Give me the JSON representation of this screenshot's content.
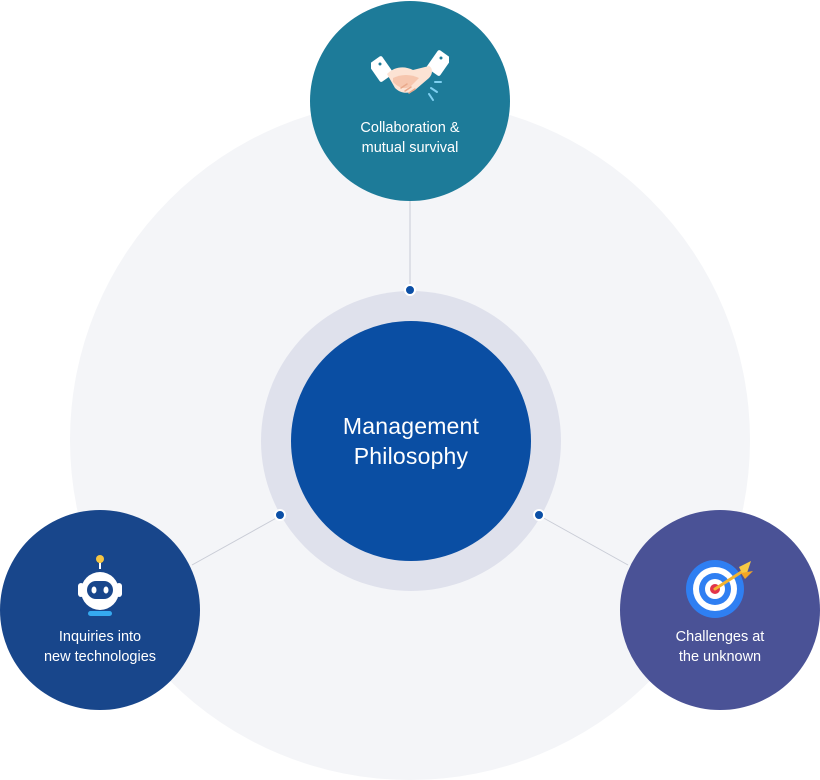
{
  "center": {
    "line1": "Management",
    "line2": "Philosophy"
  },
  "nodes": {
    "top": {
      "line1": "Collaboration &",
      "line2": "mutual survival",
      "icon": "handshake-icon"
    },
    "left": {
      "line1": "Inquiries into",
      "line2": "new technologies",
      "icon": "robot-icon"
    },
    "right": {
      "line1": "Challenges at",
      "line2": "the unknown",
      "icon": "target-dart-icon"
    }
  },
  "colors": {
    "background_circle": "#f4f5f8",
    "ring": "#dfe1ec",
    "center": "#0a4ea3",
    "top_node": "#1d7b99",
    "left_node": "#18468b",
    "right_node": "#4a5296",
    "connector_dot": "#0b4fa6"
  }
}
